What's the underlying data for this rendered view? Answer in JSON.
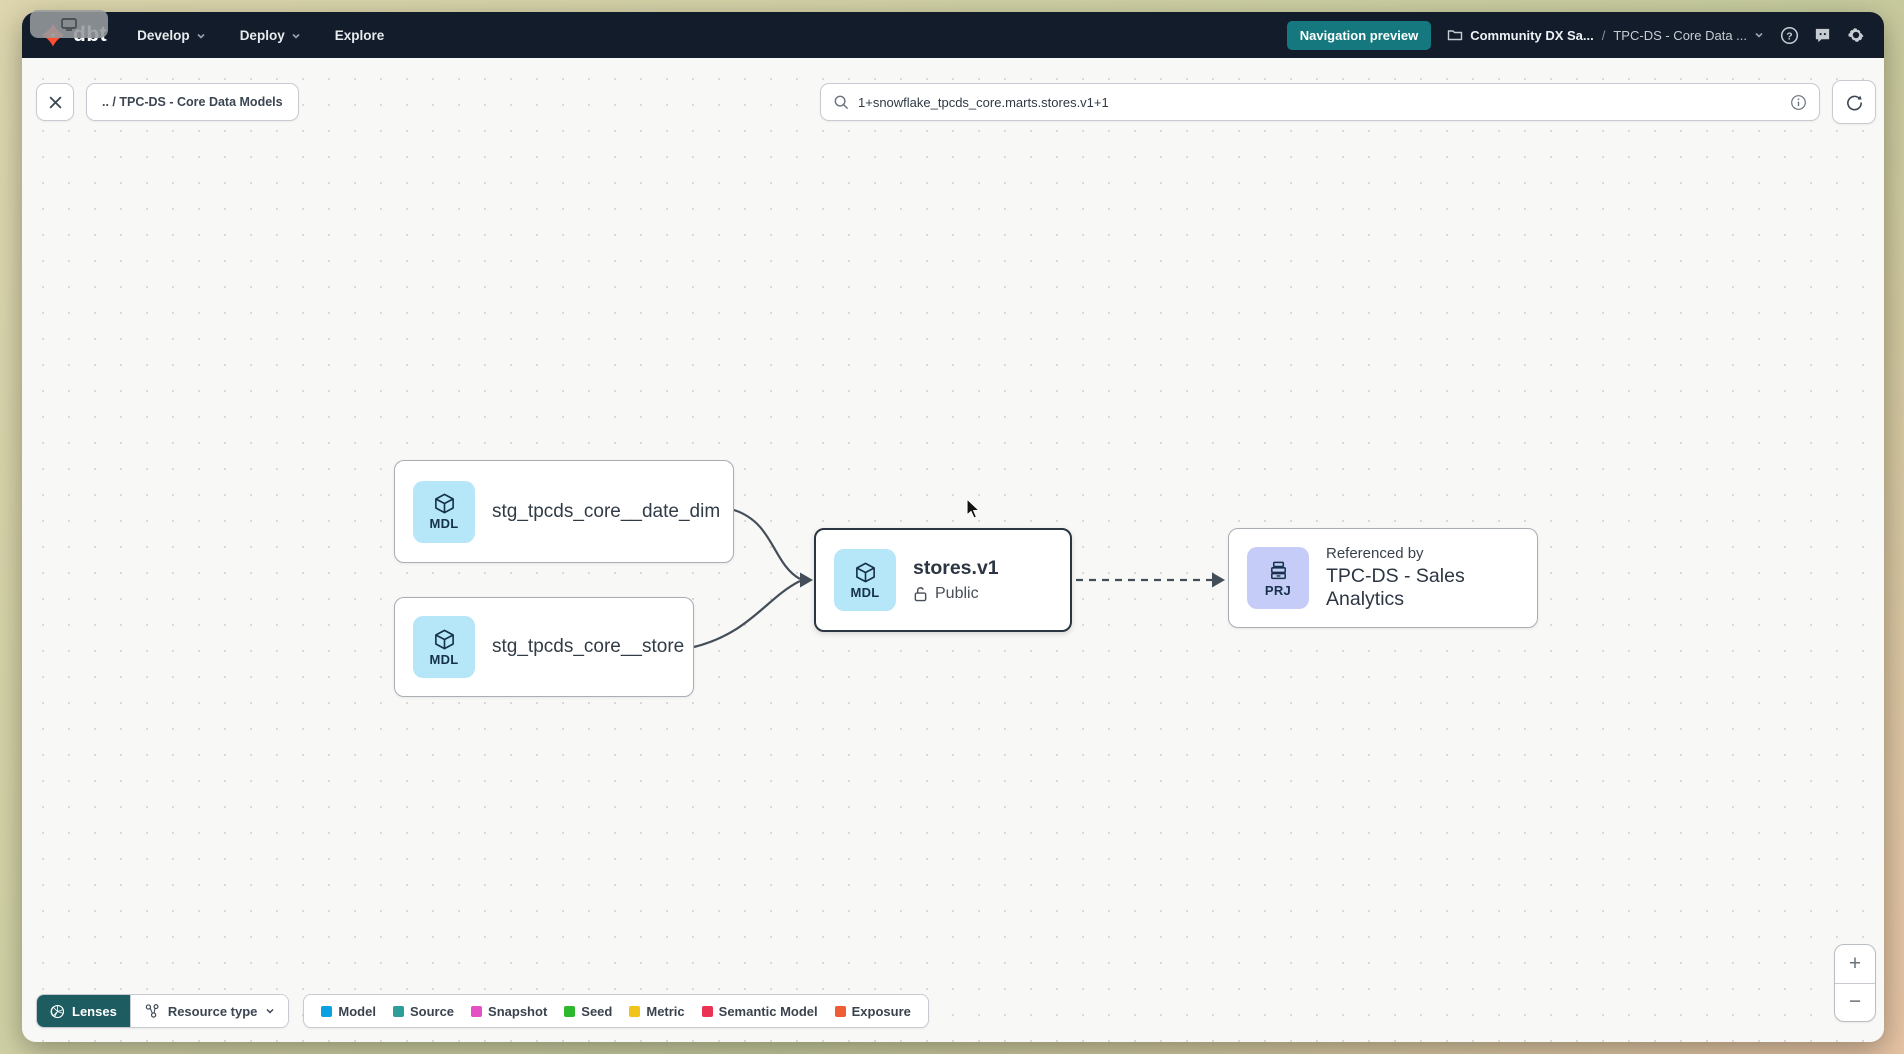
{
  "header": {
    "logo": "dbt",
    "nav_items": [
      {
        "label": "Develop"
      },
      {
        "label": "Deploy"
      },
      {
        "label": "Explore"
      }
    ],
    "preview_badge": "Navigation preview",
    "account": "Community DX Sa...",
    "breadcrumb_separator": "/",
    "project": "TPC-DS - Core Data ..."
  },
  "toolbar": {
    "path_chip": ".. / TPC-DS - Core Data Models",
    "search_value": "1+snowflake_tpcds_core.marts.stores.v1+1"
  },
  "graph": {
    "nodes": {
      "date_dim": {
        "badge": "MDL",
        "label": "stg_tpcds_core__date_dim"
      },
      "store": {
        "badge": "MDL",
        "label": "stg_tpcds_core__store"
      },
      "stores_v1": {
        "badge": "MDL",
        "label": "stores.v1",
        "access": "Public"
      },
      "sales_analytics": {
        "badge": "PRJ",
        "kicker": "Referenced by",
        "label": "TPC-DS - Sales Analytics"
      }
    }
  },
  "footer": {
    "lenses": "Lenses",
    "resource_type": "Resource type",
    "legend": [
      {
        "label": "Model",
        "color": "#0aa1e2"
      },
      {
        "label": "Source",
        "color": "#2f9e9a"
      },
      {
        "label": "Snapshot",
        "color": "#e44fc4"
      },
      {
        "label": "Seed",
        "color": "#2eb82e"
      },
      {
        "label": "Metric",
        "color": "#f0c419"
      },
      {
        "label": "Semantic Model",
        "color": "#ea3354"
      },
      {
        "label": "Exposure",
        "color": "#f05c35"
      }
    ]
  },
  "zoom_controls": {
    "zoom_in": "+",
    "zoom_out": "−"
  },
  "colors": {
    "header_bg": "#131c2a",
    "accent_teal": "#15787e",
    "logo_orange": "#ff4f2e",
    "model_badge_bg": "#b5e7f9",
    "project_badge_bg": "#c6ccf8"
  }
}
